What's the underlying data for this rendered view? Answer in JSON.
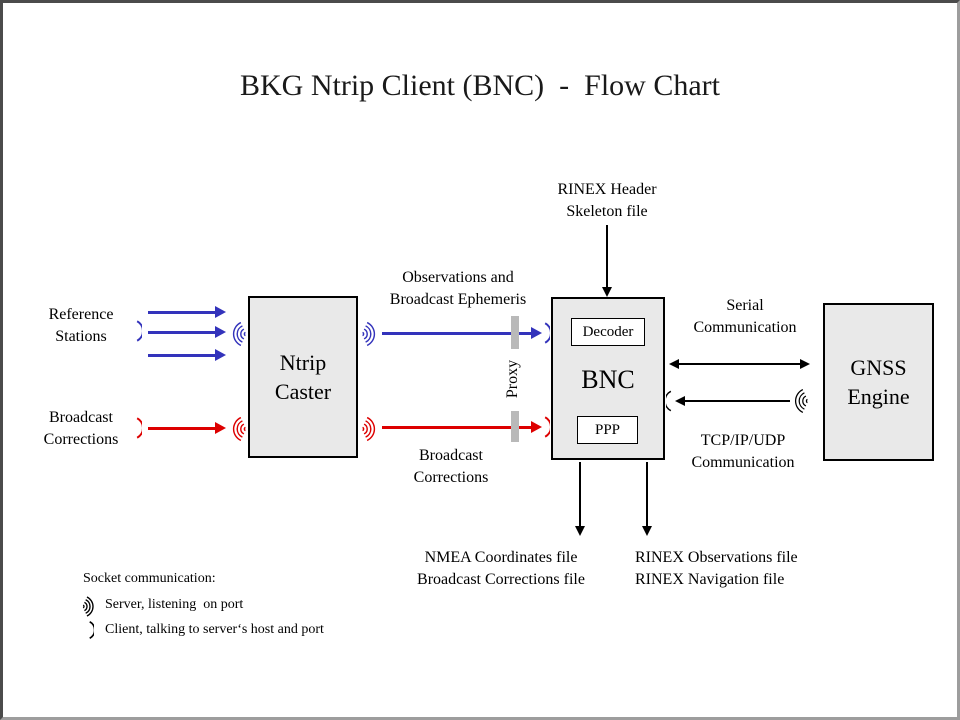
{
  "title": "BKG Ntrip Client (BNC)  -  Flow Chart",
  "nodes": {
    "ntrip_caster": {
      "lines": [
        "Ntrip",
        "Caster"
      ]
    },
    "bnc": {
      "label": "BNC",
      "decoder_label": "Decoder",
      "ppp_label": "PPP"
    },
    "gnss_engine": {
      "lines": [
        "GNSS",
        "Engine"
      ]
    }
  },
  "labels": {
    "reference_stations": [
      "Reference",
      "Stations"
    ],
    "broadcast_corrections_left": [
      "Broadcast",
      "Corrections"
    ],
    "observations_ephemeris": [
      "Observations and",
      "Broadcast Ephemeris"
    ],
    "broadcast_corrections_mid": [
      "Broadcast",
      "Corrections"
    ],
    "rinex_header_skeleton": [
      "RINEX Header",
      "Skeleton file"
    ],
    "serial_communication": [
      "Serial",
      "Communication"
    ],
    "tcp_communication": [
      "TCP/IP/UDP",
      "Communication"
    ],
    "proxy": "Proxy",
    "nmea_output": [
      "NMEA Coordinates file",
      "Broadcast Corrections file"
    ],
    "rinex_output": [
      "RINEX Observations file",
      "RINEX Navigation file"
    ]
  },
  "legend": {
    "title": "Socket communication:",
    "server": "Server, listening  on port",
    "client": "Client, talking to server‘s host and port"
  },
  "colors": {
    "stream_blue": "#3333bb",
    "correction_red": "#dd0000",
    "box_fill": "#e9e9e9",
    "proxy_bar": "#b9b9b9",
    "line_black": "#000000"
  }
}
